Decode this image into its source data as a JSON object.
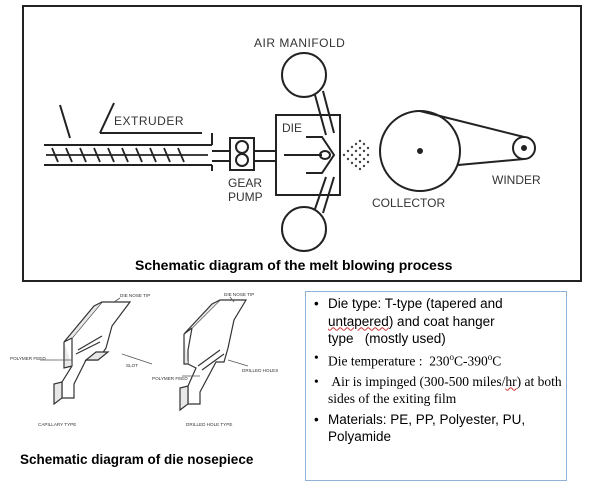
{
  "main_diagram": {
    "labels": {
      "air_manifold": "AIR MANIFOLD",
      "extruder": "EXTRUDER",
      "die": "DIE",
      "gear": "GEAR",
      "pump": "PUMP",
      "collector": "COLLECTOR",
      "winder": "WINDER"
    },
    "caption": "Schematic diagram of the melt blowing process"
  },
  "nose_diagram": {
    "labels": {
      "die_nose_tip_left": "DIE NOSE TIP",
      "die_nose_tip_right": "DIE NOSE TIP",
      "polymer_feed_left": "POLYMER FEED",
      "slot": "SLOT",
      "polymer_feed_mid": "POLYMER FEED",
      "drilled_holes": "DRILLED HOLES",
      "capillary_type": "CAPILLARY TYPE",
      "drilled_hole_type": "DRILLED HOLE TYPE"
    },
    "caption": "Schematic diagram of die nosepiece"
  },
  "info_box": {
    "item1_a": "Die type: T-type (tapered and ",
    "item1_b": "untapered",
    "item1_c": ") and coat hanger type   (mostly used)",
    "item2_a": "Die temperature :  230",
    "item2_b": "C-390",
    "item2_c": "C",
    "item2_sub": "o",
    "item3_a": " Air is impinged (300-500 miles/",
    "item3_b": "hr",
    "item3_c": ") at both sides of the exiting film",
    "item4": "Materials: PE, PP, Polyester, PU, Polyamide"
  }
}
